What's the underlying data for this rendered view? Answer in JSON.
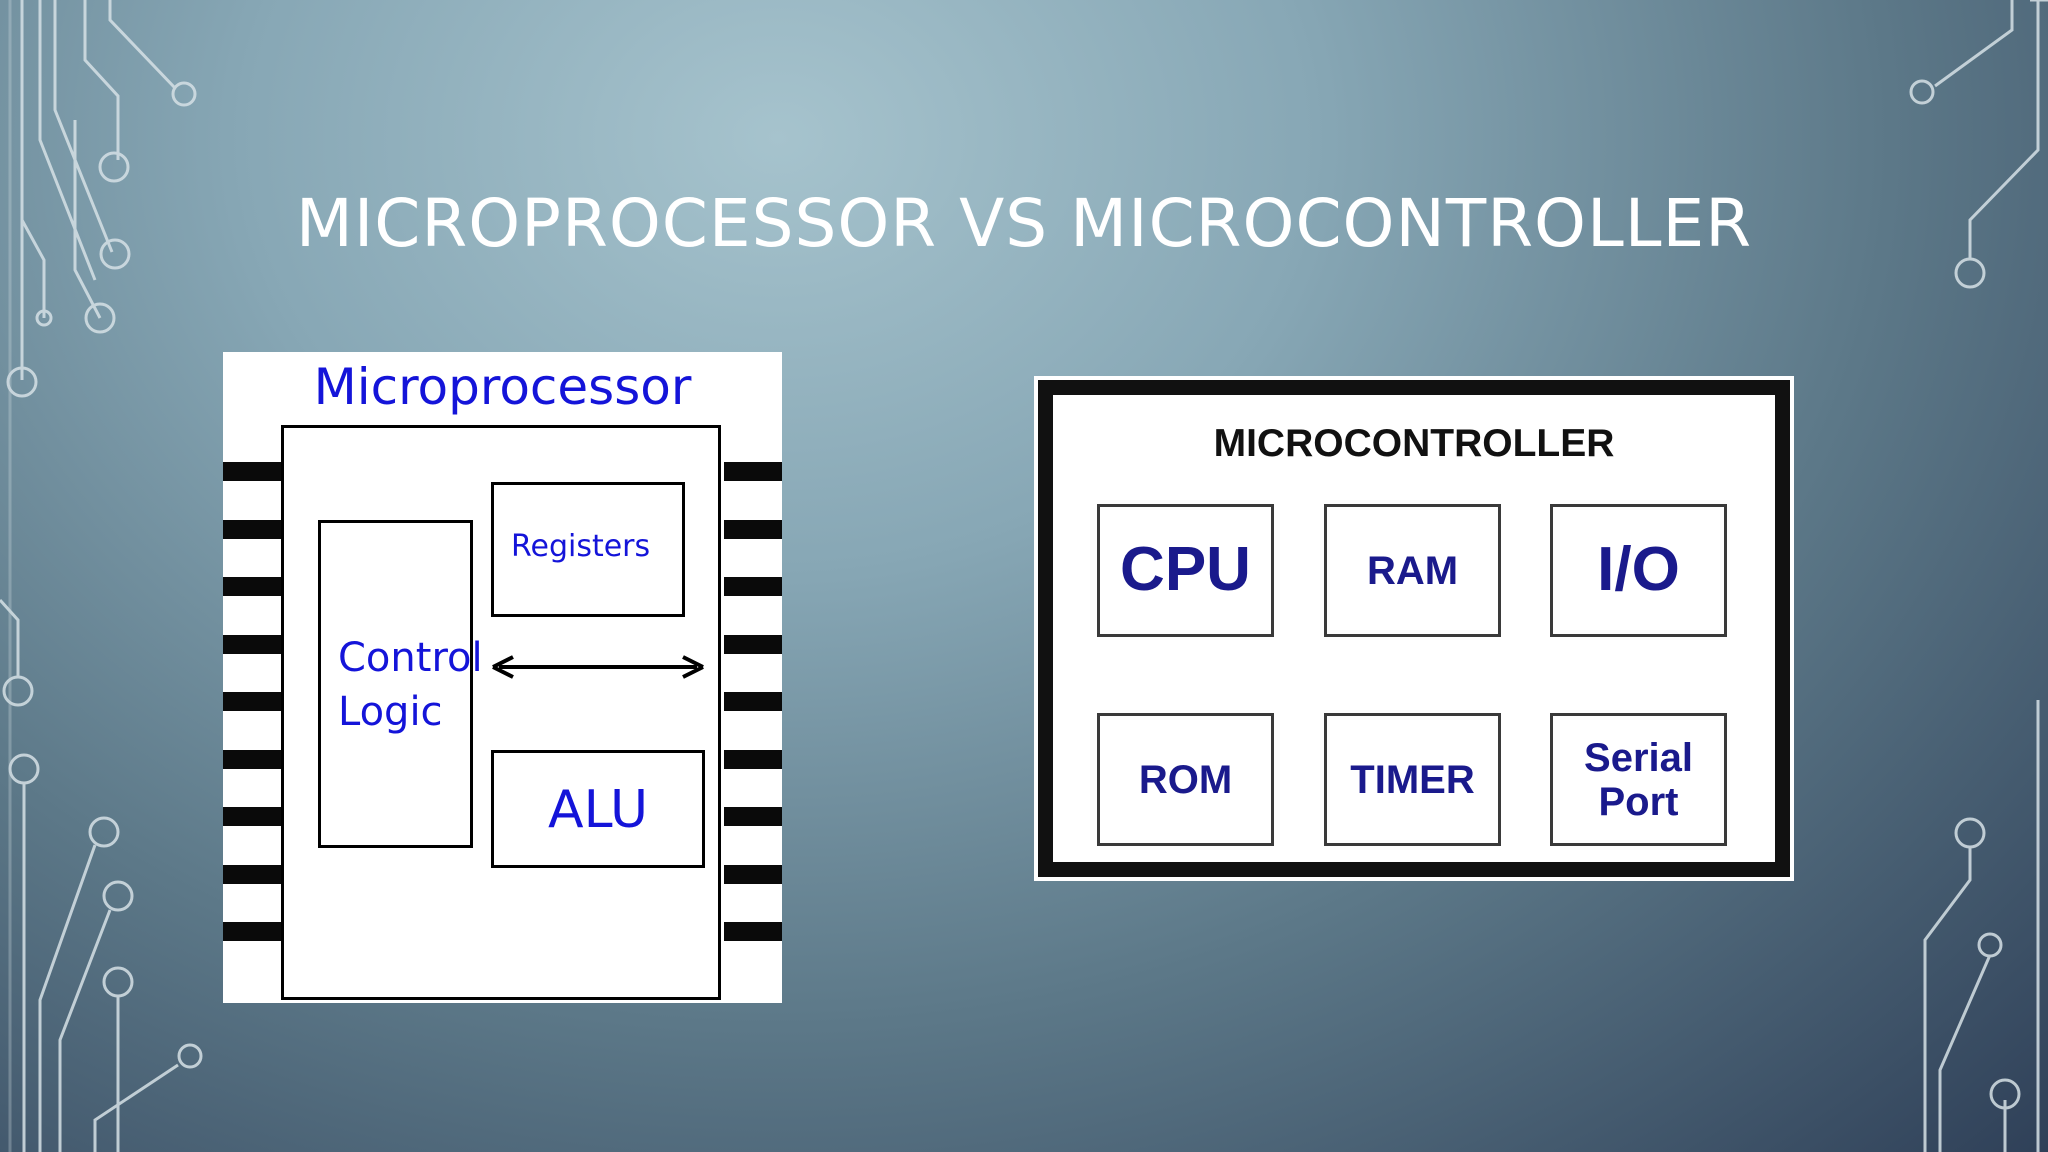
{
  "slide": {
    "title": "MICROPROCESSOR VS MICROCONTROLLER"
  },
  "microprocessor": {
    "title": "Microprocessor",
    "control_logic_line1": "Control",
    "control_logic_line2": "Logic",
    "registers": "Registers",
    "alu": "ALU"
  },
  "microcontroller": {
    "title": "MICROCONTROLLER",
    "blocks": [
      "CPU",
      "RAM",
      "I/O",
      "ROM",
      "TIMER",
      "Serial Port"
    ]
  },
  "colors": {
    "diagram_text_blue": "#1414d9",
    "block_text_navy": "#1a1a8c",
    "title_white": "#ffffff"
  }
}
